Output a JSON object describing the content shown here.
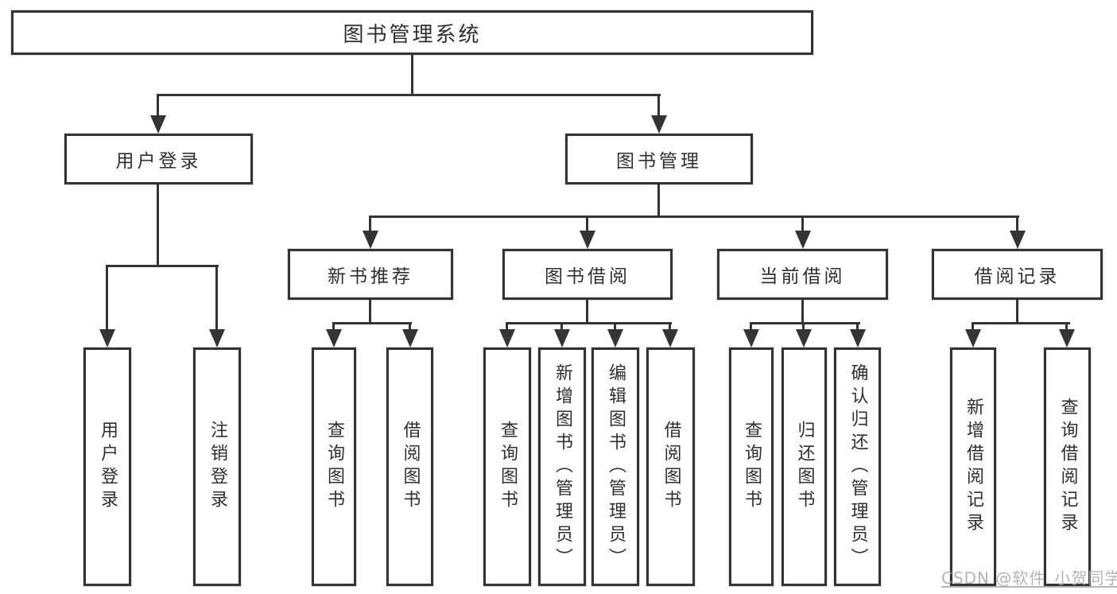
{
  "nodes": {
    "root": "图书管理系统",
    "user_login": "用户登录",
    "book_mgmt": "图书管理",
    "new_book_rec": "新书推荐",
    "book_borrow": "图书借阅",
    "current_borrow": "当前借阅",
    "borrow_record": "借阅记录",
    "ul_login": "用户登录",
    "ul_logout": "注销登录",
    "nb_query": "查询图书",
    "nb_borrow": "借阅图书",
    "bb_query": "查询图书",
    "bb_add": "新增图书（管理员）",
    "bb_edit": "编辑图书（管理员）",
    "bb_borrow": "借阅图书",
    "cb_query": "查询图书",
    "cb_return": "归还图书",
    "cb_confirm": "确认归还（管理员）",
    "br_add": "新增借阅记录",
    "br_query": "查询借阅记录"
  },
  "watermark": "CSDN @软件_小贺同学",
  "colors": {
    "line": "#343434",
    "text": "#2f2f2f",
    "watermark": "#ababab",
    "background": "#ffffff"
  }
}
